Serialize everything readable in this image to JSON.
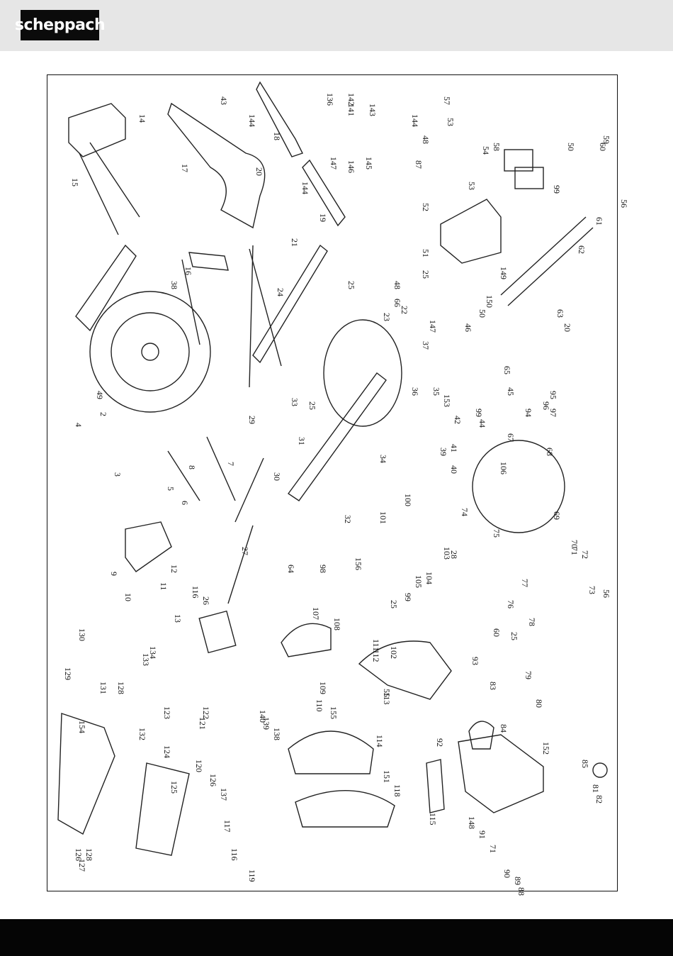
{
  "header": {
    "brand_logo": "scheppach"
  },
  "exploded_view": {
    "part_numbers": [
      "14",
      "15",
      "17",
      "18",
      "43",
      "144",
      "142",
      "141",
      "136",
      "143",
      "144",
      "57",
      "53",
      "48",
      "146",
      "147",
      "145",
      "58",
      "54",
      "50",
      "60",
      "59",
      "20",
      "144",
      "19",
      "21",
      "53",
      "52",
      "56",
      "61",
      "62",
      "99",
      "16",
      "38",
      "24",
      "25",
      "48",
      "51",
      "25",
      "149",
      "66",
      "22",
      "23",
      "147",
      "37",
      "46",
      "150",
      "50",
      "63",
      "20",
      "65",
      "45",
      "49",
      "2",
      "4",
      "3",
      "5",
      "6",
      "8",
      "7",
      "29",
      "33",
      "25",
      "31",
      "30",
      "34",
      "36",
      "35",
      "153",
      "42",
      "99",
      "44",
      "41",
      "39",
      "40",
      "106",
      "67",
      "68",
      "95",
      "96",
      "97",
      "94",
      "100",
      "101",
      "32",
      "27",
      "64",
      "98",
      "74",
      "75",
      "69",
      "70",
      "71",
      "72",
      "73",
      "56",
      "28",
      "103",
      "104",
      "105",
      "156",
      "25",
      "99",
      "77",
      "76",
      "60",
      "25",
      "78",
      "9",
      "10",
      "11",
      "12",
      "116",
      "13",
      "26",
      "130",
      "129",
      "134",
      "133",
      "131",
      "128",
      "107",
      "108",
      "111",
      "112",
      "109",
      "110",
      "55",
      "155",
      "113",
      "102",
      "93",
      "83",
      "79",
      "80",
      "84",
      "92",
      "154",
      "132",
      "124",
      "123",
      "122",
      "121",
      "140",
      "139",
      "138",
      "114",
      "125",
      "126",
      "127",
      "128",
      "120",
      "126",
      "137",
      "117",
      "116",
      "119",
      "118",
      "115",
      "151",
      "152",
      "85",
      "81",
      "82",
      "148",
      "91",
      "71",
      "90",
      "89",
      "88",
      "87"
    ]
  }
}
